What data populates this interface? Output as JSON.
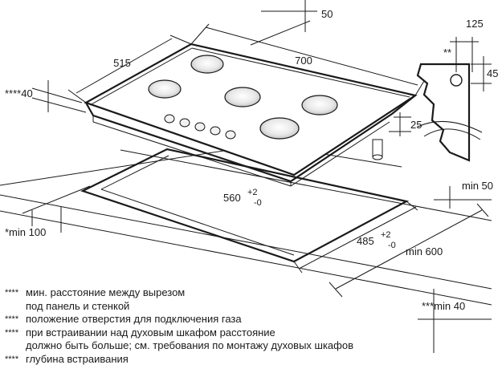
{
  "dimensions": {
    "width": "700",
    "depth": "515",
    "top_offset": "50",
    "side_width": "125",
    "side_height": "45",
    "height": "25",
    "cutout_width": "560",
    "cutout_width_tol_plus": "+2",
    "cutout_width_tol_minus": "-0",
    "cutout_depth": "485",
    "cutout_depth_tol_plus": "+2",
    "cutout_depth_tol_minus": "-0",
    "min_back": "min 50",
    "min_front": "*min 100",
    "min_side": "min 600",
    "min_bottom": "***min 40",
    "edge_offset": "****40",
    "gas_marker": "**"
  },
  "notes": [
    {
      "marker": "****",
      "text": "мин. расстояние между вырезом"
    },
    {
      "marker": "",
      "text": "под панель и стенкой"
    },
    {
      "marker": "****",
      "text": "положение отверстия для подключения газа"
    },
    {
      "marker": "****",
      "text": "при встраивании над духовым шкафом расстояние"
    },
    {
      "marker": "",
      "text": "должно быть больше; см. требования по монтажу духовых шкафов"
    },
    {
      "marker": "****",
      "text": "глубина встраивания"
    }
  ],
  "colors": {
    "line": "#1a1a1a",
    "background": "#ffffff",
    "burner_fill": "#e8e8e8"
  }
}
